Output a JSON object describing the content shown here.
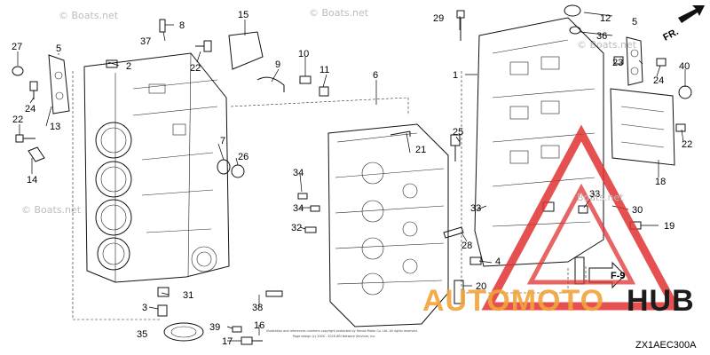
{
  "watermarks": [
    "© Boats.net",
    "© Boats.net",
    "© Boats.net",
    "© Boats.net",
    "Boats.net"
  ],
  "direction_label": "FR.",
  "ref_label": "F-9",
  "diagram_code": "ZX1AEC300A",
  "brand": {
    "part1": "AUTOMOTO",
    "part2": "HUB",
    "color1": "#f2a43a",
    "color2": "#1c1c1c",
    "triangle_color": "#e03131"
  },
  "copyright_lines": [
    "Illustration and references numbers copyright protected by Honda Motor Co. Ltd. All rights reserved.",
    "Page design (c) 2004 - 2016 ARI Network Services, Inc."
  ],
  "callouts": [
    {
      "label": "27"
    },
    {
      "label": "5"
    },
    {
      "label": "2"
    },
    {
      "label": "37"
    },
    {
      "label": "8"
    },
    {
      "label": "15"
    },
    {
      "label": "22"
    },
    {
      "label": "9"
    },
    {
      "label": "10"
    },
    {
      "label": "11"
    },
    {
      "label": "24"
    },
    {
      "label": "13"
    },
    {
      "label": "22"
    },
    {
      "label": "14"
    },
    {
      "label": "7"
    },
    {
      "label": "26"
    },
    {
      "label": "6"
    },
    {
      "label": "21"
    },
    {
      "label": "34"
    },
    {
      "label": "34"
    },
    {
      "label": "32"
    },
    {
      "label": "3"
    },
    {
      "label": "31"
    },
    {
      "label": "35"
    },
    {
      "label": "39"
    },
    {
      "label": "17"
    },
    {
      "label": "38"
    },
    {
      "label": "16"
    },
    {
      "label": "29"
    },
    {
      "label": "12"
    },
    {
      "label": "5"
    },
    {
      "label": "36"
    },
    {
      "label": "1"
    },
    {
      "label": "23"
    },
    {
      "label": "24"
    },
    {
      "label": "40"
    },
    {
      "label": "25"
    },
    {
      "label": "18"
    },
    {
      "label": "22"
    },
    {
      "label": "33"
    },
    {
      "label": "33"
    },
    {
      "label": "30"
    },
    {
      "label": "19"
    },
    {
      "label": "28"
    },
    {
      "label": "4"
    },
    {
      "label": "20"
    }
  ]
}
